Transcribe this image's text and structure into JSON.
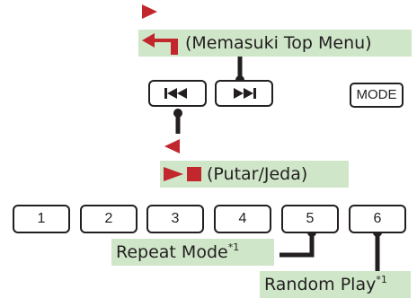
{
  "labels": {
    "top_menu": "(Memasuki Top Menu)",
    "play_pause": "(Putar/Jeda)",
    "repeat_mode": "Repeat Mode",
    "repeat_mode_note": "*1",
    "random_play": "Random Play",
    "random_play_note": "*1"
  },
  "keys": {
    "prev_icon": "skip-previous-icon",
    "next_icon": "skip-next-icon",
    "mode": "MODE",
    "numbers": [
      "1",
      "2",
      "3",
      "4",
      "5",
      "6"
    ]
  },
  "symbols": {
    "back_arrow": "return-arrow-icon",
    "play_pause_icon": "play-stop-icon",
    "right_marker": "triangle-right-icon",
    "left_marker": "triangle-left-icon"
  },
  "colors": {
    "accent": "#c1272d",
    "highlight": "#cfe6c9",
    "ink": "#231f20"
  }
}
